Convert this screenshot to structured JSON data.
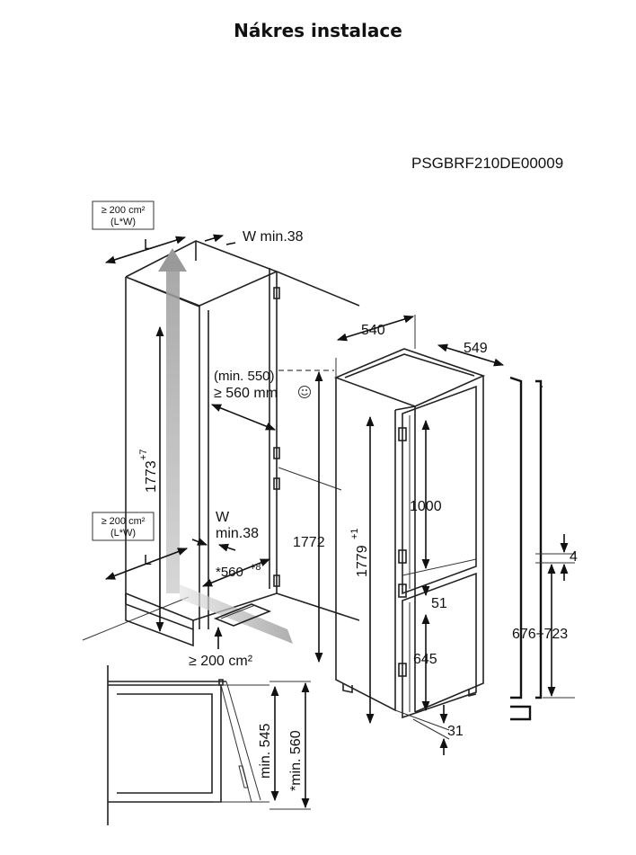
{
  "page_title": "Nákres instalace",
  "drawing_code": "PSGBRF210DE00009",
  "vent_top": {
    "line1": "≥ 200 cm²",
    "line2": "(L*W)"
  },
  "vent_bottom": {
    "line1": "≥ 200 cm²",
    "line2": "(L*W)"
  },
  "labels": {
    "L_top": "L",
    "L_bottom": "L",
    "w_min_top": "W min.38",
    "w_bottom": "W",
    "min38_bottom": "min.38",
    "min550": "(min. 550)",
    "ge560": "≥ 560 mm",
    "niche_height": "1773",
    "niche_height_tol": "+7",
    "depth_560": "*560",
    "depth_560_tol": "+8",
    "floor_vent": "≥ 200 cm²",
    "height_1772": "1772",
    "width_540": "540",
    "depth_549": "549",
    "height_1779": "1779",
    "height_1779_tol": "+1",
    "dim_1000": "1000",
    "dim_51": "51",
    "dim_645": "645",
    "dim_31": "31",
    "dim_4": "4",
    "dim_676_723": "676÷723",
    "min545": "min. 545",
    "min560": "*min. 560"
  }
}
